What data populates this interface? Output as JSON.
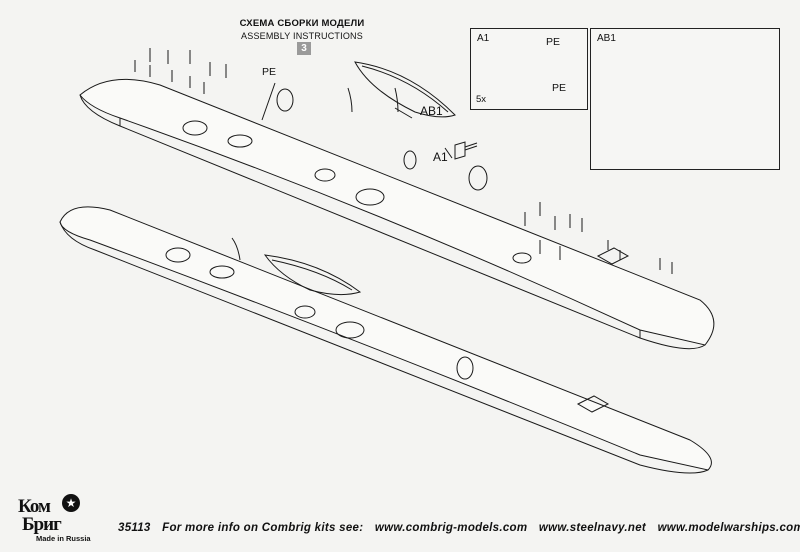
{
  "header": {
    "title_ru": "СХЕМА СБОРКИ МОДЕЛИ",
    "title_en": "ASSEMBLY INSTRUCTIONS",
    "step": "3"
  },
  "inset_a1": {
    "title": "A1",
    "labels": [
      "PE",
      "PE"
    ],
    "count": "5x"
  },
  "inset_ab1": {
    "title": "AB1"
  },
  "callouts": {
    "pe": "PE",
    "ab1": "AB1",
    "a1": "A1"
  },
  "logo": {
    "line1": "Ком",
    "line2": "Бриг",
    "star": "★",
    "tagline": "Made in Russia"
  },
  "footer": {
    "kit_number": "35113",
    "info_text": "For more info on Combrig kits see:",
    "links": [
      "www.combrig-models.com",
      "www.steelnavy.net",
      "www.modelwarships.com"
    ]
  },
  "colors": {
    "background": "#f4f4f2",
    "line": "#1a1a1a",
    "hull_fill": "#fafaf8",
    "badge": "#9a9a9a"
  }
}
